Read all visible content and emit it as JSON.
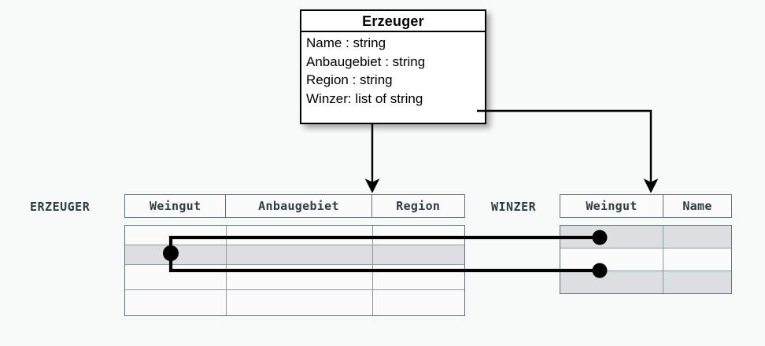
{
  "diagram": {
    "background_color": "#f8f9f9",
    "line_color": "#000000",
    "table_border_color": "#5d7179",
    "highlight_row_color": "#dcdee1",
    "label_text_color": "#2e3c43"
  },
  "uml_class": {
    "title": "Erzeuger",
    "attributes": [
      "Name : string",
      "Anbaugebiet : string",
      "Region : string",
      "Winzer: list of string"
    ]
  },
  "tables": [
    {
      "label": "ERZEUGER",
      "columns": [
        "Weingut",
        "Anbaugebiet",
        "Region"
      ],
      "rows": [
        {
          "cells": [
            "",
            "",
            ""
          ],
          "highlighted": false
        },
        {
          "cells": [
            "",
            "",
            ""
          ],
          "highlighted": true
        },
        {
          "cells": [
            "",
            "",
            ""
          ],
          "highlighted": false
        },
        {
          "cells": [
            "",
            "",
            ""
          ],
          "highlighted": false
        }
      ]
    },
    {
      "label": "WINZER",
      "columns": [
        "Weingut",
        "Name"
      ],
      "rows": [
        {
          "cells": [
            "",
            ""
          ],
          "highlighted": true
        },
        {
          "cells": [
            "",
            ""
          ],
          "highlighted": false
        },
        {
          "cells": [
            "",
            ""
          ],
          "highlighted": true
        }
      ]
    }
  ],
  "connectors": [
    {
      "name": "erzeuger-mapping-arrow",
      "from": "uml-class-bottom",
      "to": "erzeuger-table-header"
    },
    {
      "name": "winzer-mapping-arrow",
      "from": "uml-class-winzer-attribute",
      "to": "winzer-table-header"
    },
    {
      "name": "erzeuger-winzer-row-link-upper",
      "from": "erzeuger-row-2-weingut",
      "to": "winzer-row-1-weingut"
    },
    {
      "name": "erzeuger-winzer-row-link-lower",
      "from": "erzeuger-row-2-weingut",
      "to": "winzer-row-3-weingut"
    }
  ]
}
